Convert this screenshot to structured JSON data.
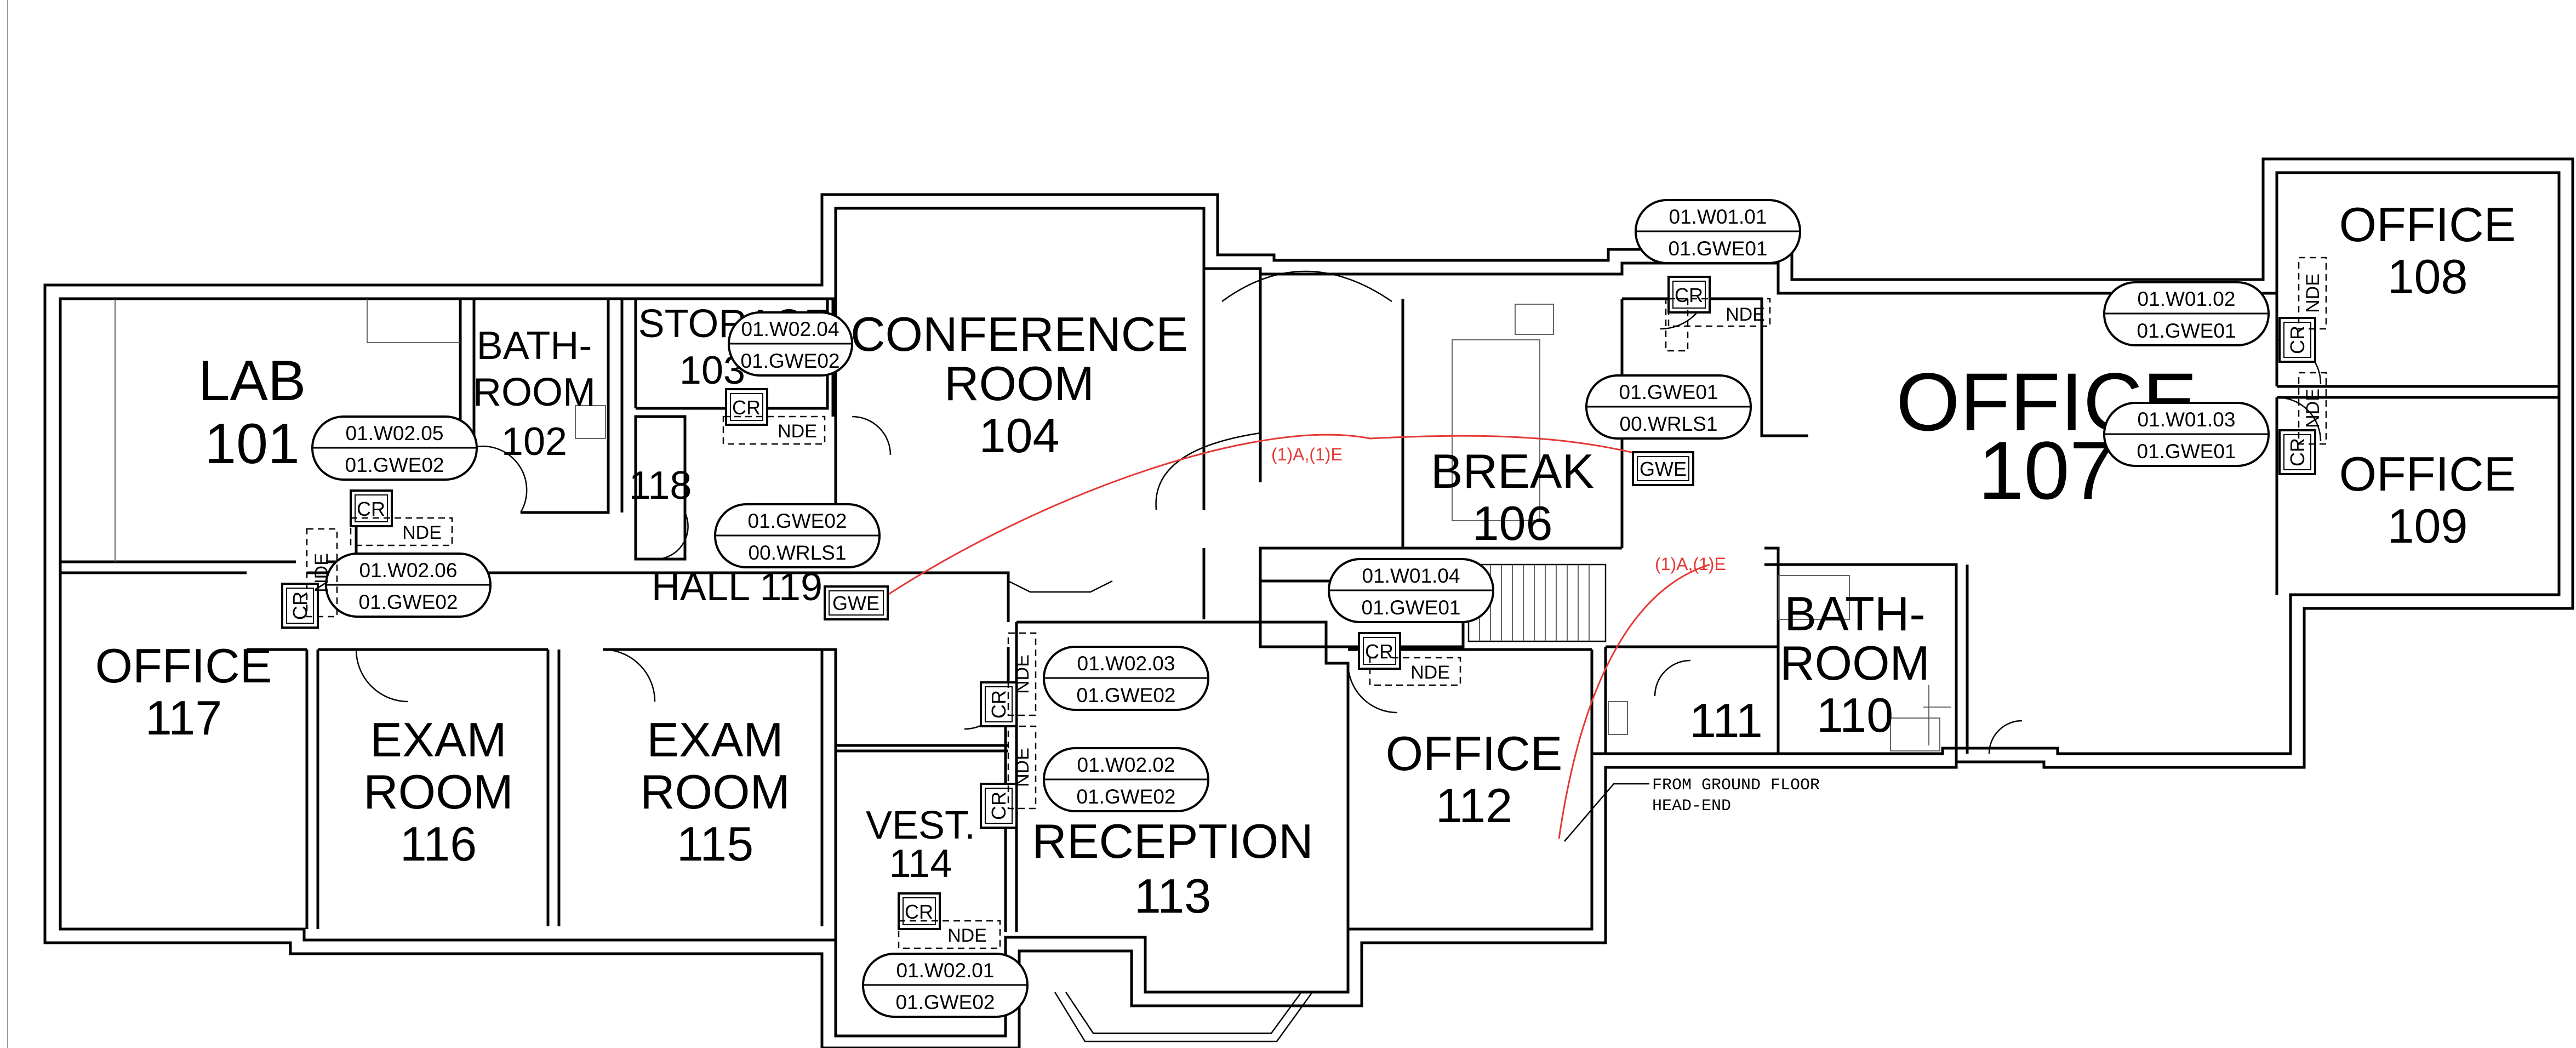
{
  "rooms": {
    "r101": {
      "line1": "LAB",
      "line2": "101"
    },
    "r102": {
      "line1": "BATH-",
      "line2": "ROOM",
      "line3": "102"
    },
    "r103": {
      "line1": "STORAGE",
      "line2": "103"
    },
    "r104": {
      "line1": "CONFERENCE",
      "line2": "ROOM",
      "line3": "104"
    },
    "r106": {
      "line1": "BREAK",
      "line2": "106"
    },
    "r107": {
      "line1": "OFFICE",
      "line2": "107"
    },
    "r108": {
      "line1": "OFFICE",
      "line2": "108"
    },
    "r109": {
      "line1": "OFFICE",
      "line2": "109"
    },
    "r110": {
      "line1": "BATH-",
      "line2": "ROOM",
      "line3": "110"
    },
    "r111": {
      "line1": "111"
    },
    "r112": {
      "line1": "OFFICE",
      "line2": "112"
    },
    "r113": {
      "line1": "RECEPTION",
      "line2": "113"
    },
    "r114": {
      "line1": "VEST.",
      "line2": "114"
    },
    "r115": {
      "line1": "EXAM",
      "line2": "ROOM",
      "line3": "115"
    },
    "r116": {
      "line1": "EXAM",
      "line2": "ROOM",
      "line3": "116"
    },
    "r117": {
      "line1": "OFFICE",
      "line2": "117"
    },
    "r118": {
      "line1": "118"
    },
    "r119": {
      "line1": "HALL 119"
    }
  },
  "tags": {
    "t_w0101": {
      "top": "01.W01.01",
      "bottom": "01.GWE01"
    },
    "t_w0102": {
      "top": "01.W01.02",
      "bottom": "01.GWE01"
    },
    "t_w0103": {
      "top": "01.W01.03",
      "bottom": "01.GWE01"
    },
    "t_gwe01": {
      "top": "01.GWE01",
      "bottom": "00.WRLS1"
    },
    "t_w0104": {
      "top": "01.W01.04",
      "bottom": "01.GWE01"
    },
    "t_w0205": {
      "top": "01.W02.05",
      "bottom": "01.GWE02"
    },
    "t_w0206": {
      "top": "01.W02.06",
      "bottom": "01.GWE02"
    },
    "t_w0204": {
      "top": "01.W02.04",
      "bottom": "01.GWE02"
    },
    "t_gwe02": {
      "top": "01.GWE02",
      "bottom": "00.WRLS1"
    },
    "t_w0203": {
      "top": "01.W02.03",
      "bottom": "01.GWE02"
    },
    "t_w0202": {
      "top": "01.W02.02",
      "bottom": "01.GWE02"
    },
    "t_w0201": {
      "top": "01.W02.01",
      "bottom": "01.GWE02"
    }
  },
  "devices": {
    "cr": "CR",
    "gwe": "GWE",
    "nde": "NDE"
  },
  "cables": {
    "label_upper": "(1)A,(1)E",
    "label_lower": "(1)A,(1)E",
    "color": "#e53935"
  },
  "notes": {
    "head_end_line1": "FROM GROUND FLOOR",
    "head_end_line2": "HEAD-END"
  }
}
